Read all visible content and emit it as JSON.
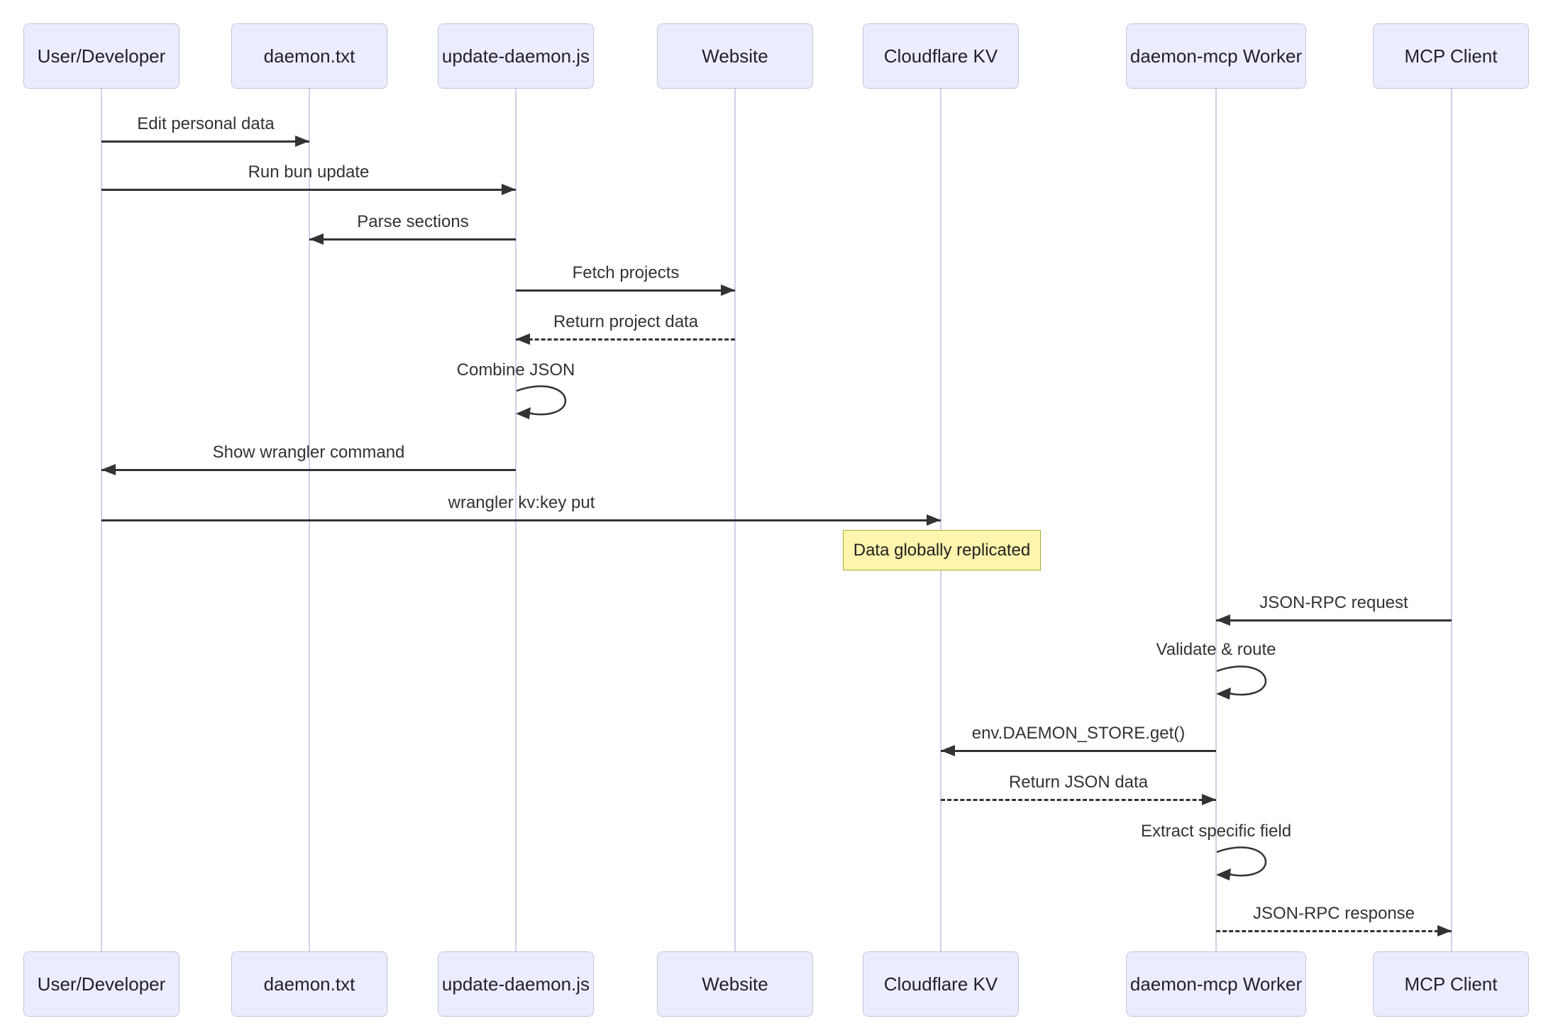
{
  "diagram": {
    "type": "sequence-diagram",
    "participants": [
      {
        "id": "user-developer",
        "label": "User/Developer"
      },
      {
        "id": "daemon-txt",
        "label": "daemon.txt"
      },
      {
        "id": "update-daemon-js",
        "label": "update-daemon.js"
      },
      {
        "id": "website",
        "label": "Website"
      },
      {
        "id": "cloudflare-kv",
        "label": "Cloudflare KV"
      },
      {
        "id": "daemon-mcp-worker",
        "label": "daemon-mcp Worker"
      },
      {
        "id": "mcp-client",
        "label": "MCP Client"
      }
    ],
    "messages": [
      {
        "from": "User/Developer",
        "to": "daemon.txt",
        "label": "Edit personal data",
        "line": "solid",
        "direction": "right"
      },
      {
        "from": "User/Developer",
        "to": "update-daemon.js",
        "label": "Run bun update",
        "line": "solid",
        "direction": "right"
      },
      {
        "from": "update-daemon.js",
        "to": "daemon.txt",
        "label": "Parse sections",
        "line": "solid",
        "direction": "left"
      },
      {
        "from": "update-daemon.js",
        "to": "Website",
        "label": "Fetch projects",
        "line": "solid",
        "direction": "right"
      },
      {
        "from": "Website",
        "to": "update-daemon.js",
        "label": "Return project data",
        "line": "dashed",
        "direction": "left"
      },
      {
        "from": "update-daemon.js",
        "to": "update-daemon.js",
        "label": "Combine JSON",
        "line": "solid",
        "direction": "self"
      },
      {
        "from": "update-daemon.js",
        "to": "User/Developer",
        "label": "Show wrangler command",
        "line": "solid",
        "direction": "left"
      },
      {
        "from": "User/Developer",
        "to": "Cloudflare KV",
        "label": "wrangler kv:key put",
        "line": "solid",
        "direction": "right"
      },
      {
        "type": "note",
        "over": "Cloudflare KV",
        "label": "Data globally replicated"
      },
      {
        "from": "MCP Client",
        "to": "daemon-mcp Worker",
        "label": "JSON-RPC request",
        "line": "solid",
        "direction": "left"
      },
      {
        "from": "daemon-mcp Worker",
        "to": "daemon-mcp Worker",
        "label": "Validate & route",
        "line": "solid",
        "direction": "self"
      },
      {
        "from": "daemon-mcp Worker",
        "to": "Cloudflare KV",
        "label": "env.DAEMON_STORE.get()",
        "line": "solid",
        "direction": "left"
      },
      {
        "from": "Cloudflare KV",
        "to": "daemon-mcp Worker",
        "label": "Return JSON data",
        "line": "dashed",
        "direction": "right"
      },
      {
        "from": "daemon-mcp Worker",
        "to": "daemon-mcp Worker",
        "label": "Extract specific field",
        "line": "solid",
        "direction": "self"
      },
      {
        "from": "daemon-mcp Worker",
        "to": "MCP Client",
        "label": "JSON-RPC response",
        "line": "dashed",
        "direction": "right"
      }
    ],
    "colors": {
      "actor_fill": "#ECECFF",
      "actor_border": "#c2c2e0",
      "lifeline": "#cfcfe8",
      "arrow": "#333333",
      "message_text": "#333333",
      "note_fill": "#fff5ad",
      "note_border": "#aaaa33",
      "background": "#ffffff"
    }
  }
}
